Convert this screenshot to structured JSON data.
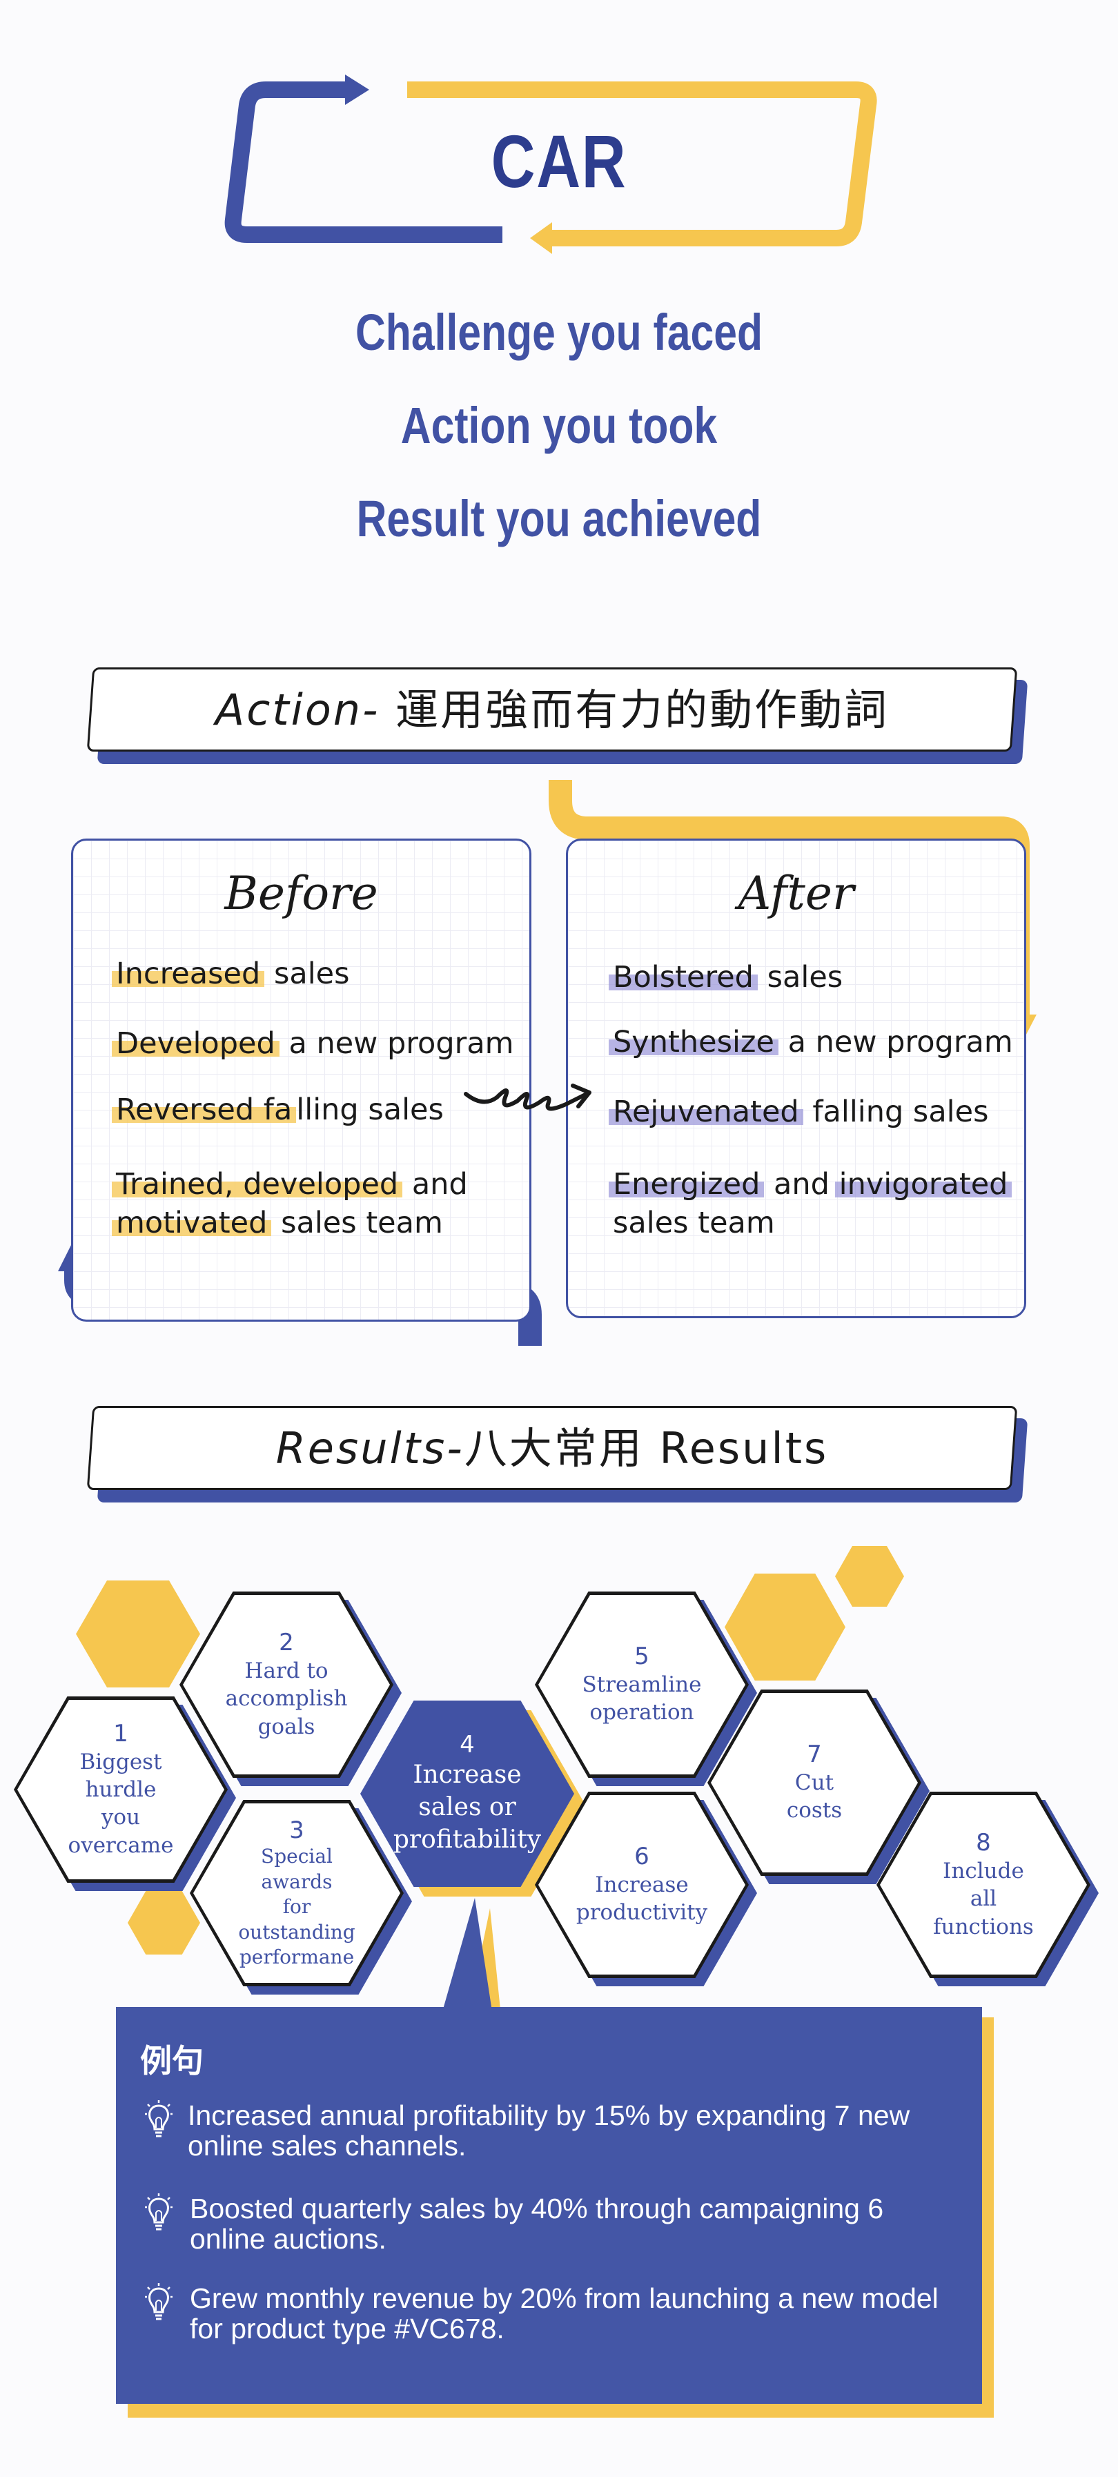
{
  "car": {
    "title": "CAR",
    "lines": [
      "Challenge you faced",
      "Action you took",
      "Result you achieved"
    ]
  },
  "action_banner": {
    "italic": "Action-",
    "rest": " 運用強而有力的動作動詞"
  },
  "before": {
    "heading": "Before",
    "items": [
      {
        "hl": "Increased",
        "rest": " sales"
      },
      {
        "hl": "Developed",
        "rest": " a new program"
      },
      {
        "hl": "Reversed fa",
        "rest": "lling sales"
      },
      {
        "hl1": "Trained, developed",
        "mid": " and",
        "hl2": "motivated",
        "rest": " sales team"
      }
    ]
  },
  "after": {
    "heading": "After",
    "items": [
      {
        "hl": "Bolstered",
        "rest": " sales"
      },
      {
        "hl": "Synthesize",
        "rest": " a new program"
      },
      {
        "hl": "Rejuvenated",
        "rest": " falling sales"
      },
      {
        "hl1": "Energized",
        "mid": " and ",
        "hl2": "invigorated",
        "rest": "sales team"
      }
    ]
  },
  "results_banner": {
    "italic": "Results-",
    "rest": "八大常用 Results"
  },
  "hexagons": [
    {
      "num": "1",
      "label": [
        "Biggest",
        "hurdle",
        "you",
        "overcame"
      ]
    },
    {
      "num": "2",
      "label": [
        "Hard to",
        "accomplish",
        "goals"
      ]
    },
    {
      "num": "3",
      "label": [
        "Special",
        "awards",
        "for",
        "outstanding",
        "performane"
      ]
    },
    {
      "num": "4",
      "label": [
        "Increase",
        "sales or",
        "profitability"
      ]
    },
    {
      "num": "5",
      "label": [
        "Streamline",
        "operation"
      ]
    },
    {
      "num": "6",
      "label": [
        "Increase",
        "productivity"
      ]
    },
    {
      "num": "7",
      "label": [
        "Cut",
        "costs"
      ]
    },
    {
      "num": "8",
      "label": [
        "Include",
        "all",
        "functions"
      ]
    }
  ],
  "examples": {
    "title": "例句",
    "items": [
      [
        "Increased annual profitability by 15% by expanding 7 new",
        "online sales channels."
      ],
      [
        "Boosted quarterly sales by 40% through campaigning 6",
        "online auctions."
      ],
      [
        "Grew monthly revenue by 20% from launching a new model",
        "for product type #VC678."
      ]
    ]
  },
  "colors": {
    "navy": "#2d3d8e",
    "blue": "#4152a4",
    "yellow": "#f6c64f",
    "lavender": "#9894d8"
  }
}
